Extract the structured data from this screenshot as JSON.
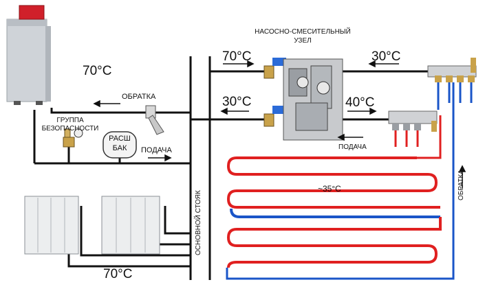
{
  "title_line1": "НАСОСНО-СМЕСИТЕЛЬНЫЙ",
  "title_line2": "УЗЕЛ",
  "boiler_temp": "70°C",
  "supply_temp_top": "70°C",
  "return_temp_top": "30°C",
  "return_temp_mid": "30°C",
  "mix_temp": "40°C",
  "floor_temp": "~35°C",
  "radiator_temp": "70°C",
  "return_label": "ОБРАТКА",
  "supply_label": "ПОДАЧА",
  "safety_group_line1": "ГРУППА",
  "safety_group_line2": "БЕЗОПАСНОСТИ",
  "tank_line1": "РАСШ",
  "tank_line2": "БАК",
  "manifold_supply_label": "ПОДАЧА",
  "manifold_return_label": "ОБРАТКА",
  "riser_label": "ОСНОВНОЙ СТОЯК",
  "colors": {
    "hot": "#e02020",
    "cold": "#1a55c8",
    "pipe": "#111111",
    "boiler_body": "#d6d9de",
    "boiler_top": "#d0202a"
  }
}
